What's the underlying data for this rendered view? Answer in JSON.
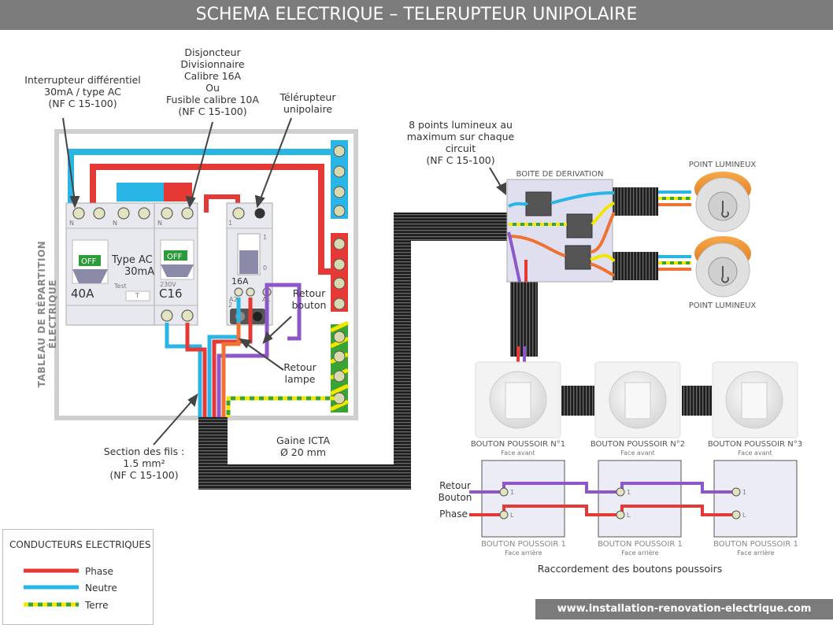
{
  "title": "SCHEMA ELECTRIQUE – TELERUPTEUR UNIPOLAIRE",
  "labels": {
    "interrupteur": [
      "Interrupteur différentiel",
      "30mA / type AC",
      "(NF C 15-100)"
    ],
    "disjoncteur": [
      "Disjoncteur",
      "Divisionnaire",
      "Calibre 16A",
      "Ou",
      "Fusible calibre 10A",
      "(NF C 15-100)"
    ],
    "telerupteur": [
      "Télérupteur",
      "unipolaire"
    ],
    "points_lumineux": [
      "8 points lumineux au",
      "maximum sur chaque",
      "circuit",
      "(NF C 15-100)"
    ],
    "retour_bouton": [
      "Retour",
      "bouton"
    ],
    "retour_lampe": [
      "Retour",
      "lampe"
    ],
    "section": [
      "Section des fils :",
      "1.5 mm²",
      "(NF C 15-100)"
    ],
    "gaine": [
      "Gaine ICTA",
      "Ø 20 mm"
    ],
    "tableau": "TABLEAU DE RÉPARTITION ÉLECTRIQUE",
    "boite": "BOITE DE DERIVATION",
    "point_lumineux": "POINT LUMINEUX",
    "raccordement": "Raccordement  des boutons poussoirs",
    "retour_bouton_side": [
      "Retour",
      "Bouton"
    ],
    "phase": "Phase",
    "footer": "www.installation-renovation-electrique.com"
  },
  "breakers": {
    "diff": {
      "off": "OFF",
      "type": "Type AC",
      "ma": "30mA",
      "amp": "40A",
      "test": "Test",
      "t": "T",
      "n": "N"
    },
    "div": {
      "off": "OFF",
      "v": "230V",
      "amp": "C16",
      "n": "N"
    },
    "tele": {
      "amp": "16A",
      "one": "1",
      "zero": "0",
      "a2": "A2",
      "a1": "A1",
      "n1": "1",
      "n2": "2"
    }
  },
  "pushbuttons": [
    {
      "label": "BOUTON POUSSOIR N°1",
      "sub": "Face avant"
    },
    {
      "label": "BOUTON POUSSOIR N°2",
      "sub": "Face avant"
    },
    {
      "label": "BOUTON POUSSOIR N°3",
      "sub": "Face avant"
    }
  ],
  "backs": [
    {
      "label": "BOUTON POUSSOIR 1",
      "sub": "Face arrière",
      "t1": "1",
      "tl": "L"
    },
    {
      "label": "BOUTON POUSSOIR 1",
      "sub": "Face arrière",
      "t1": "1",
      "tl": "L"
    },
    {
      "label": "BOUTON POUSSOIR 1",
      "sub": "Face arrière",
      "t1": "1",
      "tl": "L"
    }
  ],
  "legend": {
    "title": "CONDUCTEURS ELECTRIQUES",
    "items": [
      {
        "label": "Phase",
        "color": "#e53935"
      },
      {
        "label": "Neutre",
        "color": "#29b6e6"
      },
      {
        "label": "Terre",
        "color": "#f2e600"
      }
    ]
  },
  "colors": {
    "phase": "#e53935",
    "neutre": "#29b6e6",
    "terre_yellow": "#f2e600",
    "terre_green": "#3aa335",
    "violet": "#8e57c9",
    "orange": "#f07232",
    "conduit": "#2a2a2a"
  }
}
